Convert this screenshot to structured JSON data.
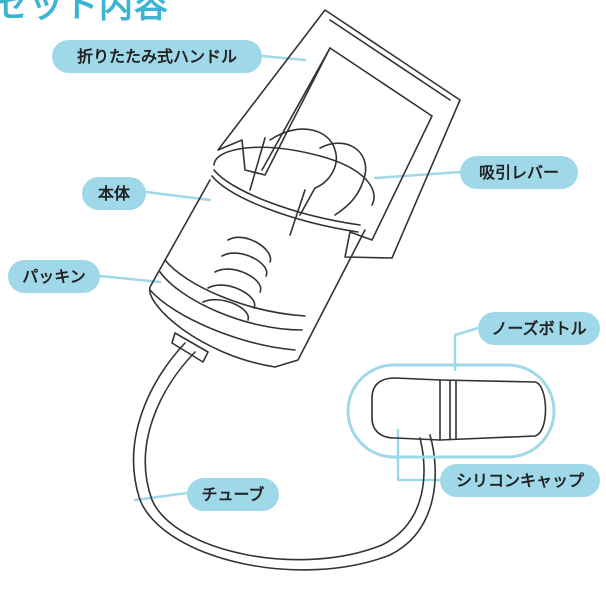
{
  "title": "セット内容",
  "labels": {
    "handle": "折りたたみ式ハンドル",
    "lever": "吸引レバー",
    "body": "本体",
    "packing": "パッキン",
    "nose_bottle": "ノーズボトル",
    "silicone_cap": "シリコンキャップ",
    "tube": "チューブ"
  },
  "colors": {
    "accent": "#3bb4d4",
    "label_bg": "#9fd9e9",
    "leader": "#9fd9e9",
    "line": "#333333"
  }
}
